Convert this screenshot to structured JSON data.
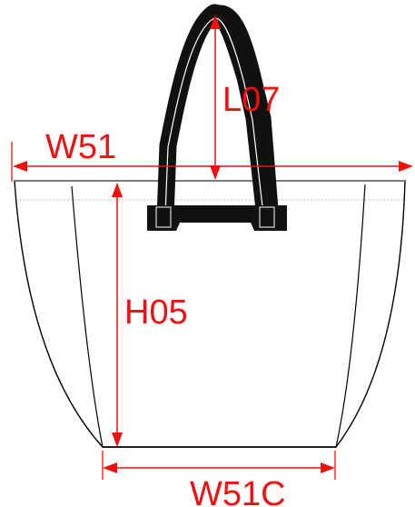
{
  "diagram": {
    "dimensions": {
      "handle_length": "L07",
      "top_width": "W51",
      "height": "H05",
      "bottom_width": "W51C"
    },
    "colors": {
      "dimension": "#f01010",
      "outline": "#000000",
      "handle": "#111111",
      "background": "#ffffff",
      "rim": "#9a9a9a"
    }
  }
}
